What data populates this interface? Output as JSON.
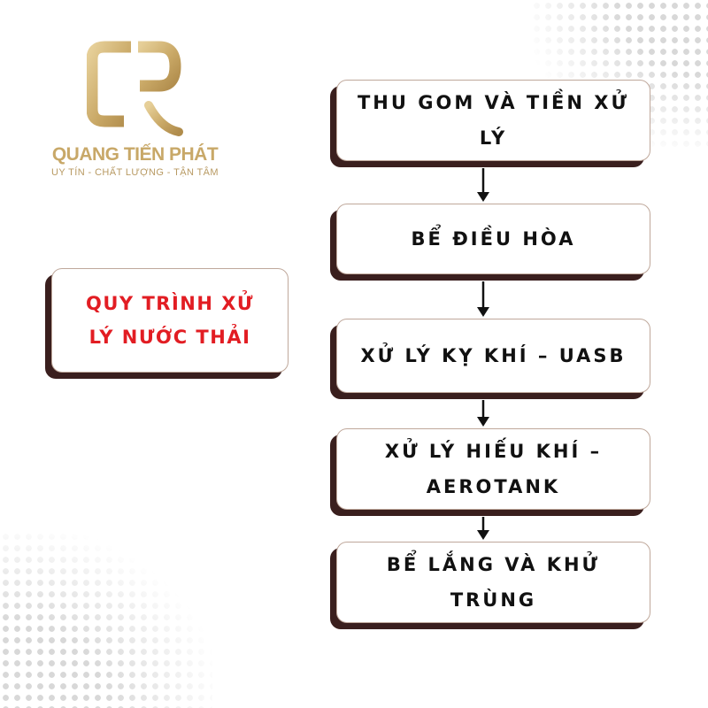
{
  "logo": {
    "name": "QUANG TIẾN PHÁT",
    "slogan": "UY TÍN - CHẤT LƯỢNG - TẬN TÂM",
    "color": "#c8a868"
  },
  "title": {
    "text": "QUY TRÌNH XỬ LÝ NƯỚC THẢI",
    "color": "#e21d23"
  },
  "steps": [
    "THU GOM VÀ TIỀN XỬ LÝ",
    "BỂ ĐIỀU HÒA",
    "XỬ LÝ KỴ KHÍ – UASB",
    "XỬ LÝ HIẾU KHÍ – AEROTANK",
    "BỂ LẮNG VÀ KHỬ TRÙNG"
  ],
  "colors": {
    "box_shadow": "#3a1f1e",
    "box_border": "#bfa89b",
    "step_text": "#111111",
    "arrow": "#111111",
    "dots": "#d8d8d8"
  }
}
